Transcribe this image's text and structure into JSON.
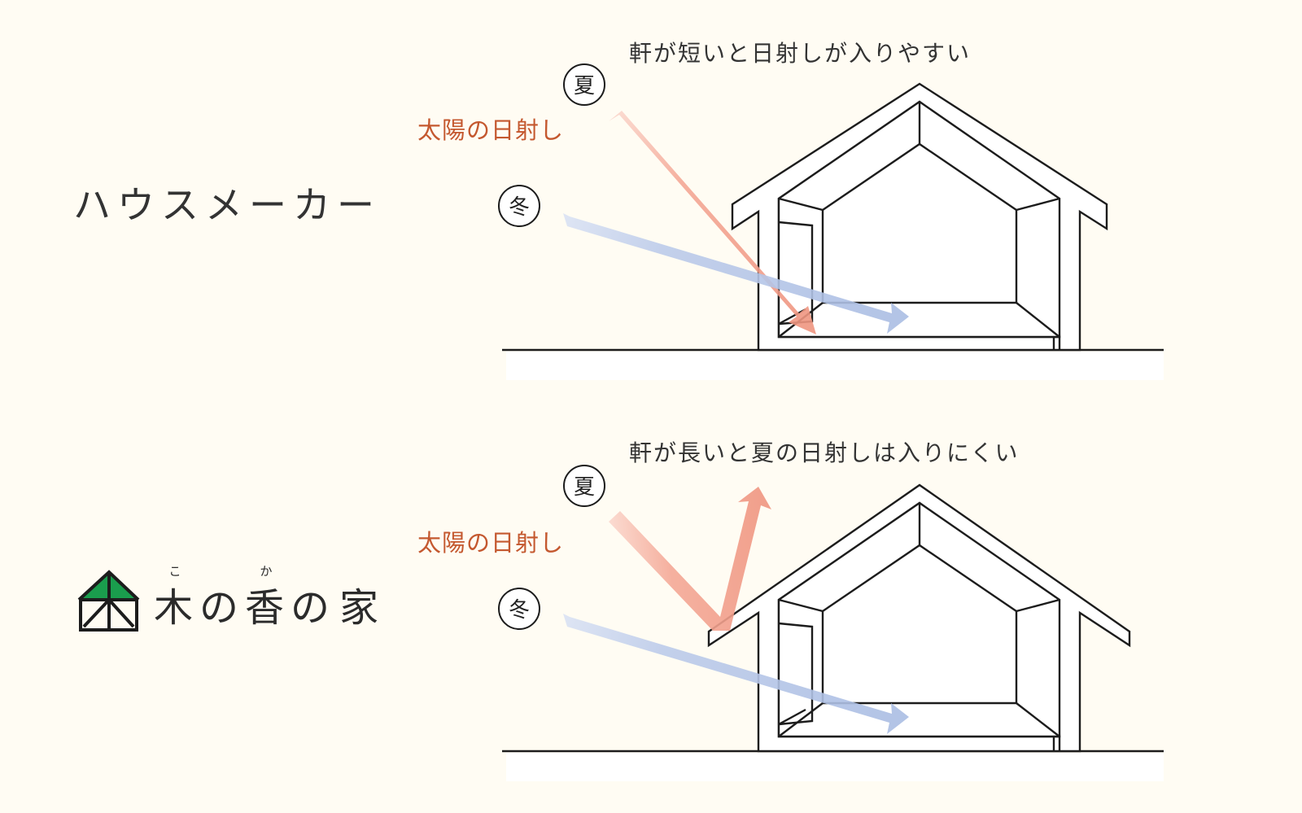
{
  "top_panel": {
    "label": "ハウスメーカー",
    "caption": "軒が短いと日射しが入りやすい",
    "sun_label": "太陽の日射し",
    "summer": "夏",
    "winter": "冬"
  },
  "bottom_panel": {
    "brand": {
      "chars": [
        "木",
        "の",
        "香",
        "の",
        "家"
      ],
      "ruby_ko": "こ",
      "ruby_ka": "か"
    },
    "caption": "軒が長いと夏の日射しは入りにくい",
    "sun_label": "太陽の日射し",
    "summer": "夏",
    "winter": "冬"
  },
  "colors": {
    "background": "#fffcf3",
    "summer_ray": "#f2a08c",
    "winter_ray": "#b3c3e6",
    "sun_label": "#c4582f",
    "logo_green": "#1a9d4d"
  }
}
